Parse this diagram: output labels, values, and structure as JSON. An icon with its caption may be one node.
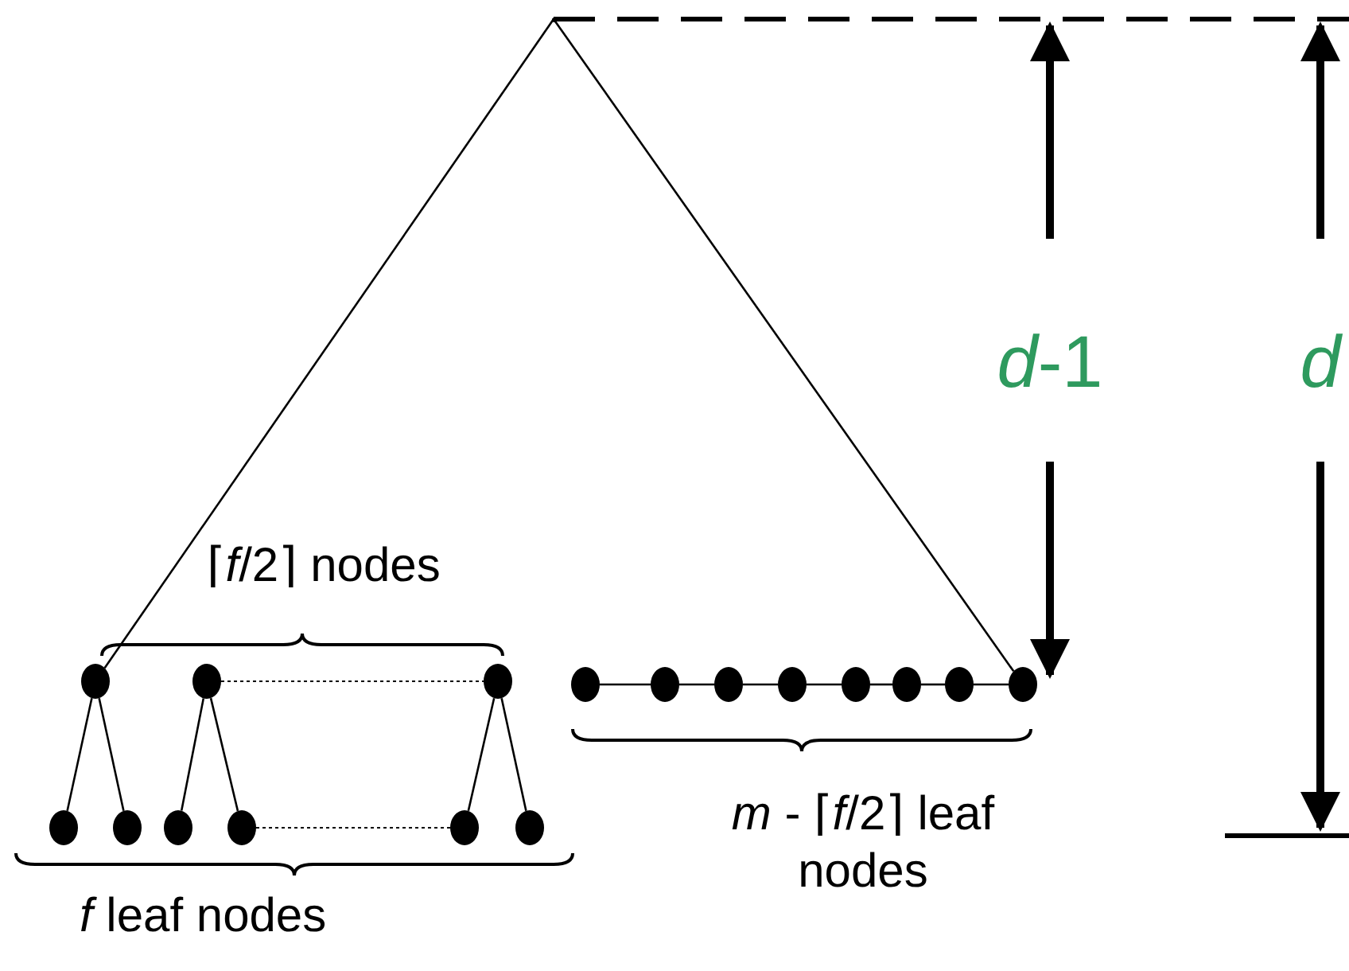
{
  "diagram": {
    "nodes": [
      {
        "text": [],
        "shape": "circle"
      },
      {
        "text": [],
        "shape": "circle"
      },
      {
        "text": [],
        "shape": "circle"
      },
      {
        "text": [],
        "shape": "circle"
      },
      {
        "text": [],
        "shape": "circle"
      },
      {
        "text": [],
        "shape": "circle"
      },
      {
        "text": [],
        "shape": "circle"
      },
      {
        "text": [],
        "shape": "circle"
      },
      {
        "text": [],
        "shape": "circle"
      },
      {
        "text": [],
        "shape": "circle"
      },
      {
        "text": [],
        "shape": "circle"
      },
      {
        "text": [],
        "shape": "circle"
      },
      {
        "text": [],
        "shape": "circle"
      },
      {
        "text": [],
        "shape": "circle"
      },
      {
        "text": [],
        "shape": "circle"
      },
      {
        "text": [],
        "shape": "circle"
      },
      {
        "text": [],
        "shape": "circle"
      },
      {
        "text": [],
        "shape": "point"
      }
    ],
    "edges": [
      {
        "from": 0,
        "to": 11,
        "arrow": "none"
      },
      {
        "from": 0,
        "to": 12,
        "arrow": "none"
      },
      {
        "from": 1,
        "to": 13,
        "arrow": "none"
      },
      {
        "from": 1,
        "to": 14,
        "arrow": "none"
      },
      {
        "from": 2,
        "to": 15,
        "arrow": "none"
      },
      {
        "from": 2,
        "to": 16,
        "arrow": "none"
      },
      {
        "from": 1,
        "to": 2,
        "arrow": "none",
        "style": "dashed"
      },
      {
        "from": 14,
        "to": 15,
        "arrow": "none",
        "style": "dashed"
      },
      {
        "from": 3,
        "to": 4,
        "arrow": "none"
      },
      {
        "from": 4,
        "to": 5,
        "arrow": "none"
      },
      {
        "from": 5,
        "to": 6,
        "arrow": "none"
      },
      {
        "from": 6,
        "to": 7,
        "arrow": "none"
      },
      {
        "from": 7,
        "to": 8,
        "arrow": "none"
      },
      {
        "from": 8,
        "to": 9,
        "arrow": "none"
      },
      {
        "from": 9,
        "to": 10,
        "arrow": "none"
      },
      {
        "from": 17,
        "to": 0,
        "arrow": "none"
      },
      {
        "from": 17,
        "to": 10,
        "arrow": "none"
      }
    ],
    "labels": [
      "⌈*f*/2⌉ nodes",
      "*d*-1",
      "d",
      "*m* - ⌈*f*/2⌉ leaf nodes",
      "*f* leaf nodes"
    ]
  }
}
